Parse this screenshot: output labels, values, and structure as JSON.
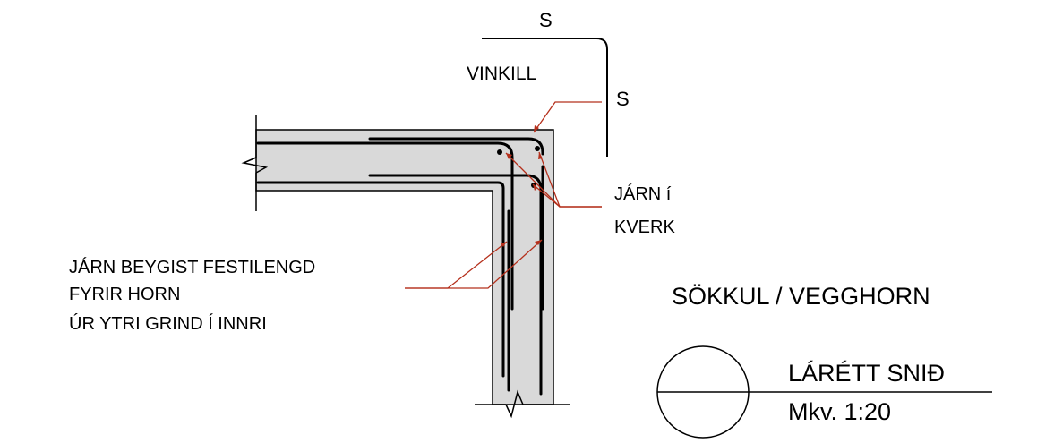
{
  "labels": {
    "s_top": "S",
    "s_side": "S",
    "vinkill": "VINKILL",
    "jarn_kverk_1": "JÁRN í",
    "jarn_kverk_2": "KVERK",
    "festilengd_1": "JÁRN BEYGIST FESTILENGD",
    "festilengd_2": "FYRIR HORN",
    "festilengd_3": "ÚR YTRI GRIND Í INNRI",
    "title": "SÖKKUL / VEGGHORN",
    "section_title": "LÁRÉTT SNIÐ",
    "scale": "Mkv. 1:20"
  },
  "colors": {
    "concrete": "#d9d9d9",
    "line": "#000000",
    "leader": "#b5301c"
  }
}
